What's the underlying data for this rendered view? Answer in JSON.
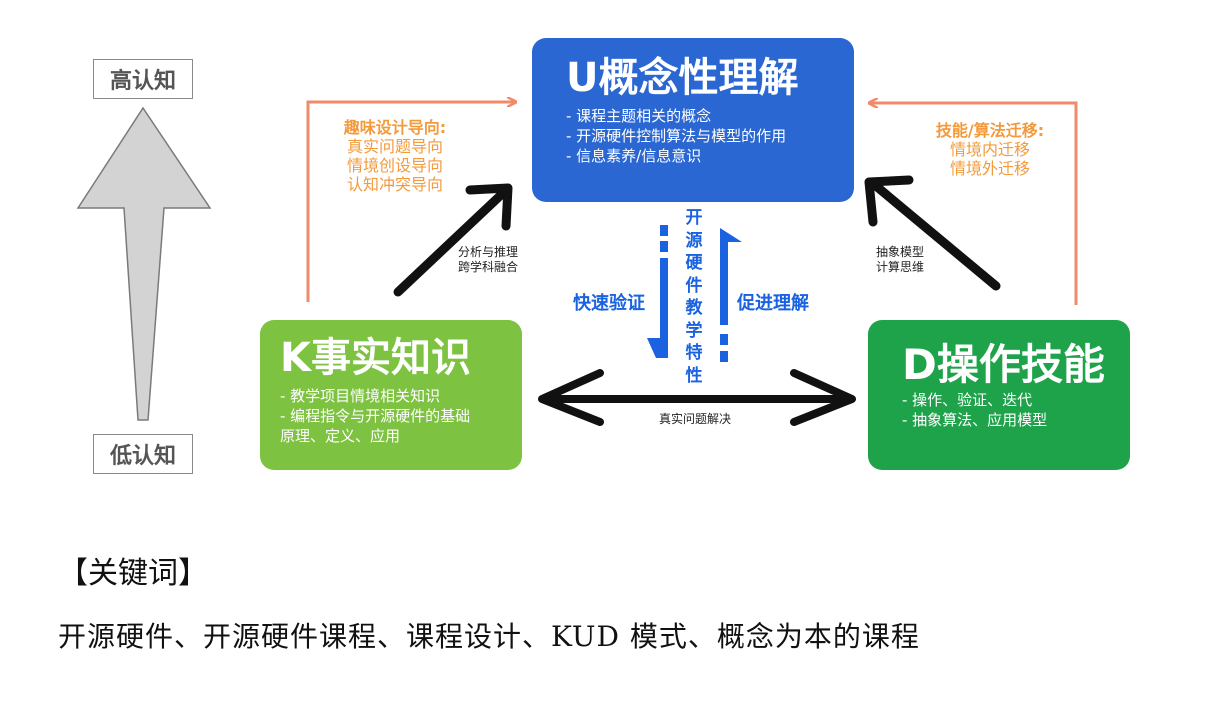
{
  "diagram": {
    "colors": {
      "u_box": "#2a67d3",
      "k_box": "#7dc241",
      "d_box": "#1ea34b",
      "orange": "#f39a3c",
      "blue_text": "#1a62e0",
      "big_arrow": "#d3d3d3"
    },
    "high_label": "高认知",
    "low_label": "低认知",
    "u_box": {
      "title": "U概念性理解",
      "items": [
        "- 课程主题相关的概念",
        "- 开源硬件控制算法与模型的作用",
        "- 信息素养/信息意识"
      ]
    },
    "k_box": {
      "title": "K事实知识",
      "items": [
        "- 教学项目情境相关知识",
        "- 编程指令与开源硬件的基础",
        "原理、定义、应用"
      ]
    },
    "d_box": {
      "title": "D操作技能",
      "items": [
        "- 操作、验证、迭代",
        "- 抽象算法、应用模型"
      ]
    },
    "left_note": {
      "head": "趣味设计导向:",
      "lines": [
        "真实问题导向",
        "情境创设导向",
        "认知冲突导向"
      ]
    },
    "right_note": {
      "head": "技能/算法迁移:",
      "lines": [
        "情境内迁移",
        "情境外迁移"
      ]
    },
    "analysis_note": [
      "分析与推理",
      "跨学科融合"
    ],
    "abstract_note": [
      "抽象模型",
      "计算思维"
    ],
    "real_problem_note": "真实问题解决",
    "fast_verify": "快速验证",
    "promote_understanding": "促进理解",
    "vertical_title": [
      "开",
      "源",
      "硬",
      "件",
      "教",
      "学",
      "特",
      "性"
    ]
  },
  "keywords": {
    "heading": "【关键词】",
    "text": "开源硬件、开源硬件课程、课程设计、KUD 模式、概念为本的课程"
  }
}
